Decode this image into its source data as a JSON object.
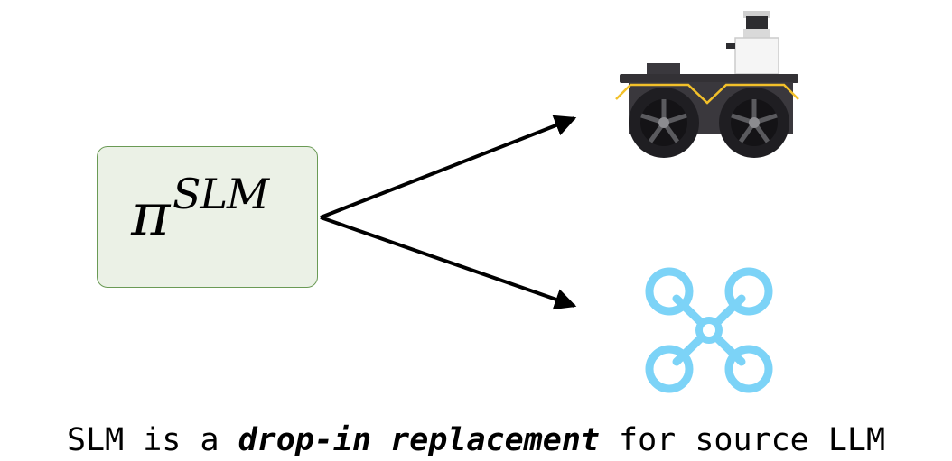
{
  "policy": {
    "symbol": "π",
    "superscript": "SLM"
  },
  "icons": {
    "top": "ground-robot-icon",
    "bottom": "quadcopter-drone-icon"
  },
  "caption": {
    "prefix": "SLM is a ",
    "emphasis": "drop-in replacement",
    "suffix": " for source LLM"
  },
  "colors": {
    "box_fill": "#ebf1e6",
    "box_border": "#6a9a55",
    "drone": "#7cd3f7",
    "robot_body": "#3a383d",
    "robot_trim": "#f2c02a"
  }
}
